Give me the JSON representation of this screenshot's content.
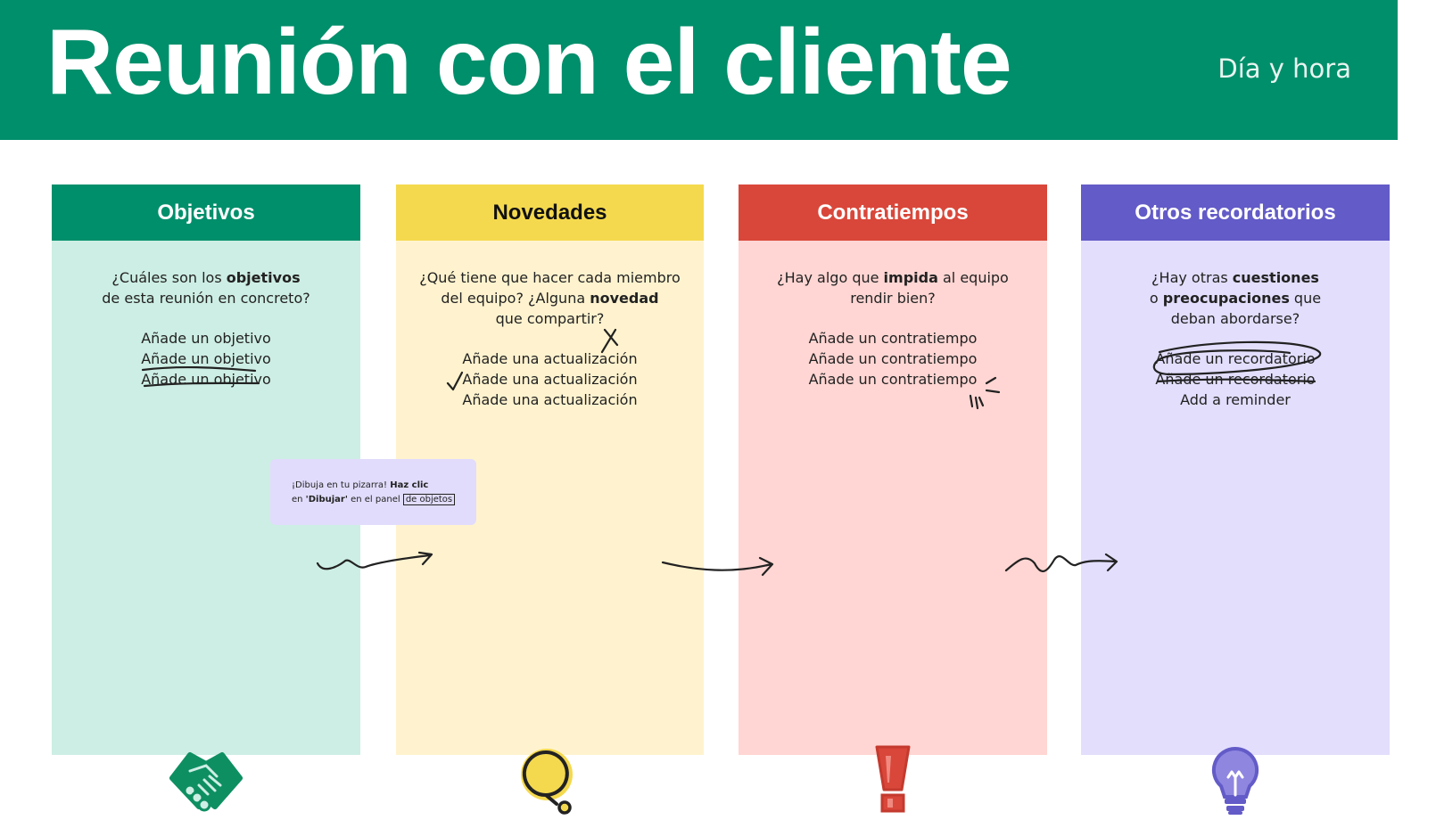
{
  "header": {
    "title": "Reunión con el cliente",
    "datetime": "Día y hora",
    "color": "#008f6b"
  },
  "columns": [
    {
      "title": "Objetivos",
      "head_color": "#008f6b",
      "head_text_color": "#ffffff",
      "body_color": "#cdeee4",
      "question": {
        "pre": "¿Cuáles son los ",
        "bold": "objetivos",
        "post": "",
        "line2": "de esta reunión en concreto?"
      },
      "items": [
        "Añade un objetivo",
        "Añade un objetivo",
        "Añade un objetivo"
      ],
      "icon": "handshake-icon"
    },
    {
      "title": "Novedades",
      "head_color": "#f4d94e",
      "head_text_color": "#111111",
      "body_color": "#fff3cf",
      "question": {
        "line1": "¿Qué tiene que hacer cada miembro",
        "pre": "del equipo? ¿Alguna ",
        "bold": "novedad",
        "line3": "que compartir?"
      },
      "items": [
        "Añade una actualización",
        "Añade una actualización",
        "Añade una actualización"
      ],
      "icon": "thought-bubble-icon"
    },
    {
      "title": "Contratiempos",
      "head_color": "#d9473a",
      "head_text_color": "#ffffff",
      "body_color": "#ffd6d3",
      "question": {
        "pre": "¿Hay algo que ",
        "bold": "impida",
        "post": " al equipo",
        "line2": "rendir bien?"
      },
      "items": [
        "Añade un contratiempo",
        "Añade un contratiempo",
        "Añade un contratiempo"
      ],
      "icon": "exclamation-icon"
    },
    {
      "title": "Otros recordatorios",
      "head_color": "#635bc7",
      "head_text_color": "#ffffff",
      "body_color": "#e2defc",
      "question": {
        "pre": "¿Hay otras ",
        "bold": "cuestiones",
        "pre2": "o ",
        "bold2": "preocupaciones",
        "post2": " que",
        "line3": "deban abordarse?"
      },
      "items": [
        "Añade un recordatorio",
        "Añade un recordatorio",
        "Add a reminder"
      ],
      "icon": "lightbulb-icon"
    }
  ],
  "tip": {
    "line1_pre": "¡Dibuja en tu pizarra! ",
    "line1_bold": "Haz clic",
    "line2_pre": "en ",
    "line2_bold": "'Dibujar'",
    "line2_mid": " en el panel ",
    "line2_boxed": "de objetos"
  }
}
